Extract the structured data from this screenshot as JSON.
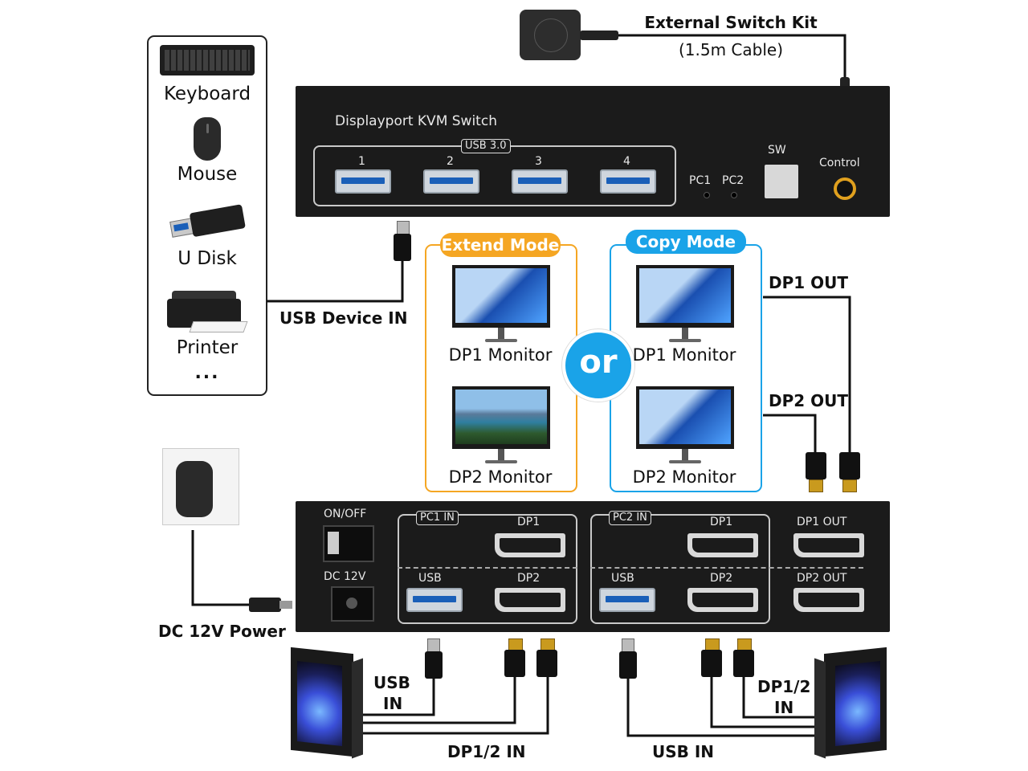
{
  "devices": {
    "items": [
      {
        "label": "Keyboard",
        "icon": "keyboard-icon"
      },
      {
        "label": "Mouse",
        "icon": "mouse-icon"
      },
      {
        "label": "U Disk",
        "icon": "usb-disk-icon"
      },
      {
        "label": "Printer",
        "icon": "printer-icon"
      }
    ],
    "more": "..."
  },
  "top_switch": {
    "title": "Displayport KVM Switch",
    "usb_label": "USB 3.0",
    "port_numbers": [
      "1",
      "2",
      "3",
      "4"
    ],
    "pc1": "PC1",
    "pc2": "PC2",
    "sw": "SW",
    "control": "Control"
  },
  "external_kit": {
    "title": "External Switch Kit",
    "subtitle": "(1.5m Cable)"
  },
  "usb_device_in": "USB Device IN",
  "modes": {
    "extend": {
      "title": "Extend Mode",
      "color": "#f5a623",
      "monitor1": "DP1 Monitor",
      "monitor2": "DP2 Monitor"
    },
    "or": "or",
    "copy": {
      "title": "Copy Mode",
      "color": "#1aa3e8",
      "monitor1": "DP1 Monitor",
      "monitor2": "DP2 Monitor"
    }
  },
  "outputs": {
    "dp1_out": "DP1 OUT",
    "dp2_out": "DP2 OUT"
  },
  "back_panel": {
    "on_off": "ON/OFF",
    "dc12v": "DC 12V",
    "pc1_in": "PC1 IN",
    "pc2_in": "PC2 IN",
    "dp1": "DP1",
    "dp2": "DP2",
    "usb": "USB",
    "dp1_out": "DP1 OUT",
    "dp2_out": "DP2 OUT"
  },
  "power": {
    "label": "DC 12V Power"
  },
  "pc_labels": {
    "left_usb_in_1": "USB",
    "left_usb_in_2": "IN",
    "left_dp_in": "DP1/2 IN",
    "right_usb_in": "USB IN",
    "right_dp_in_1": "DP1/2",
    "right_dp_in_2": "IN"
  }
}
